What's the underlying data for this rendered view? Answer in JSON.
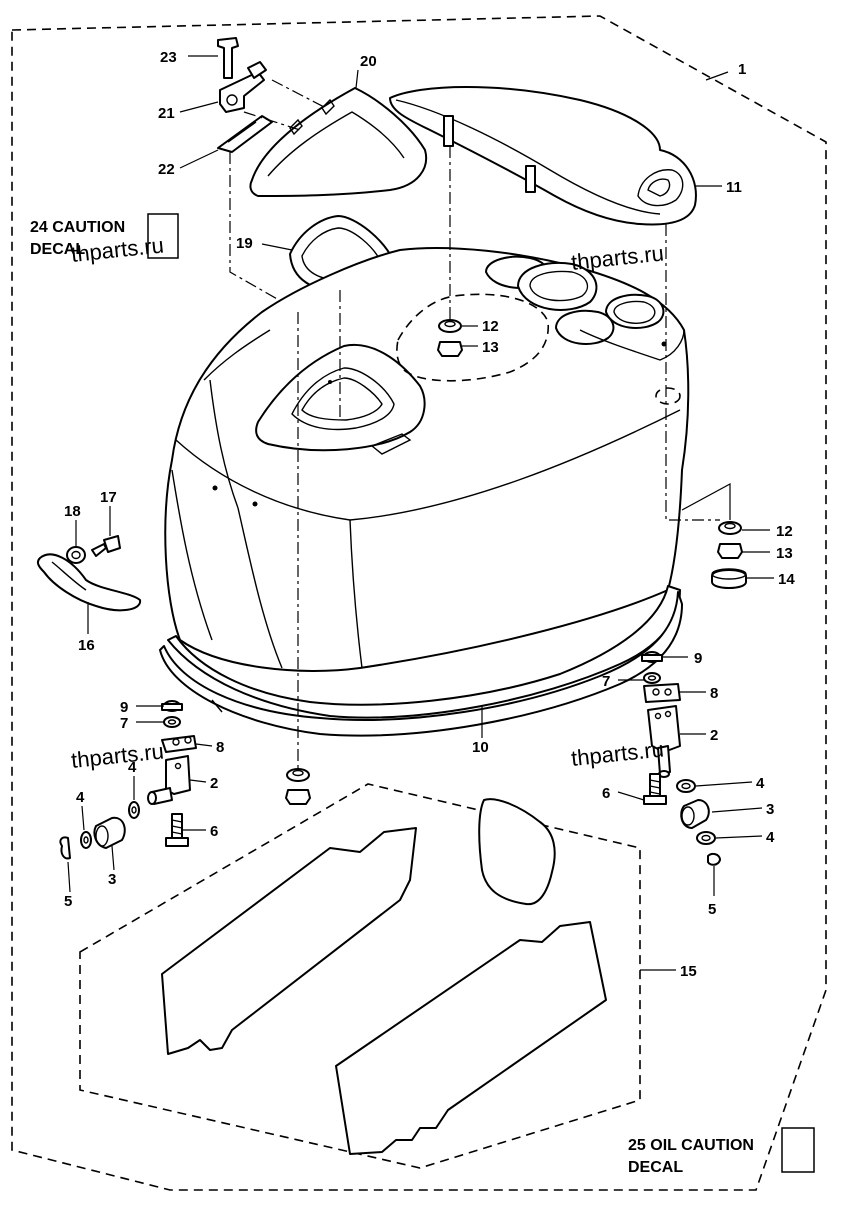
{
  "diagram": {
    "callouts": [
      {
        "id": "c1",
        "text": "1"
      },
      {
        "id": "c20",
        "text": "20"
      },
      {
        "id": "c23",
        "text": "23"
      },
      {
        "id": "c21",
        "text": "21"
      },
      {
        "id": "c22",
        "text": "22"
      },
      {
        "id": "c11",
        "text": "11"
      },
      {
        "id": "c19",
        "text": "19"
      },
      {
        "id": "c12a",
        "text": "12"
      },
      {
        "id": "c13a",
        "text": "13"
      },
      {
        "id": "c17",
        "text": "17"
      },
      {
        "id": "c18",
        "text": "18"
      },
      {
        "id": "c16",
        "text": "16"
      },
      {
        "id": "c12b",
        "text": "12"
      },
      {
        "id": "c13b",
        "text": "13"
      },
      {
        "id": "c14",
        "text": "14"
      },
      {
        "id": "c9r",
        "text": "9"
      },
      {
        "id": "c7r",
        "text": "7"
      },
      {
        "id": "c8r",
        "text": "8"
      },
      {
        "id": "c2r",
        "text": "2"
      },
      {
        "id": "c6r",
        "text": "6"
      },
      {
        "id": "c4ra",
        "text": "4"
      },
      {
        "id": "c3r",
        "text": "3"
      },
      {
        "id": "c4rb",
        "text": "4"
      },
      {
        "id": "c5r",
        "text": "5"
      },
      {
        "id": "c10",
        "text": "10"
      },
      {
        "id": "c9l",
        "text": "9"
      },
      {
        "id": "c7l",
        "text": "7"
      },
      {
        "id": "c8l",
        "text": "8"
      },
      {
        "id": "c2l",
        "text": "2"
      },
      {
        "id": "c4la",
        "text": "4"
      },
      {
        "id": "c4lb",
        "text": "4"
      },
      {
        "id": "c6l",
        "text": "6"
      },
      {
        "id": "c3l",
        "text": "3"
      },
      {
        "id": "c5l",
        "text": "5"
      },
      {
        "id": "c15",
        "text": "15"
      }
    ],
    "notes": {
      "caution24_line1": "24 CAUTION",
      "caution24_line2": "DECAL",
      "caution25_line1": "25 OIL CAUTION",
      "caution25_line2": "DECAL"
    },
    "watermarks": [
      "thparts.ru",
      "thparts.ru",
      "thparts.ru",
      "thparts.ru"
    ]
  }
}
